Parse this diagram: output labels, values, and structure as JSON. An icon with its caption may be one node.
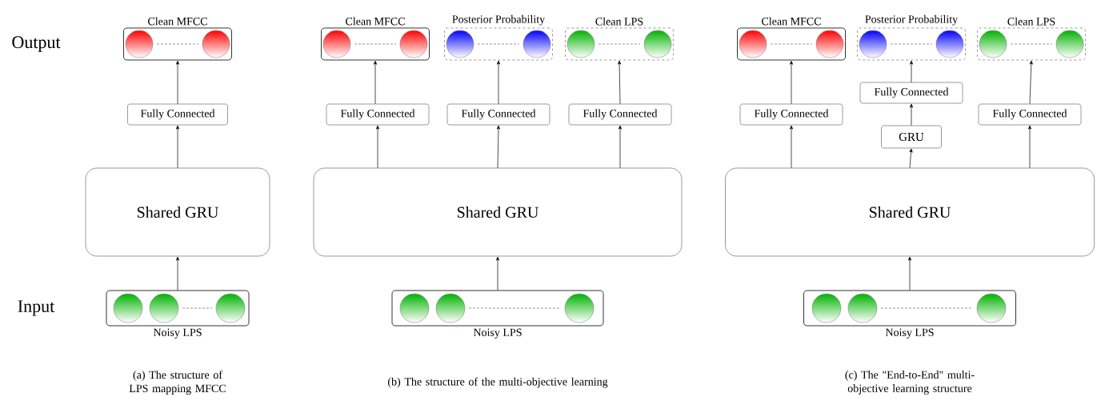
{
  "diagram": {
    "nodes": [
      {
        "text": [
          "Clean MFCC"
        ]
      },
      {
        "text": [
          "Fully Connected"
        ]
      },
      {
        "text": [
          "Shared GRU"
        ]
      },
      {
        "text": [
          "Noisy LPS"
        ]
      },
      {
        "text": [
          "Clean MFCC"
        ]
      },
      {
        "text": [
          "Posterior Probability"
        ]
      },
      {
        "text": [
          "Clean LPS"
        ]
      },
      {
        "text": [
          "Fully Connected"
        ]
      },
      {
        "text": [
          "Fully Connected"
        ]
      },
      {
        "text": [
          "Fully Connected"
        ]
      },
      {
        "text": [
          "Shared GRU"
        ]
      },
      {
        "text": [
          "Noisy LPS"
        ]
      },
      {
        "text": [
          "Clean MFCC"
        ]
      },
      {
        "text": [
          "Posterior Probability"
        ]
      },
      {
        "text": [
          "Clean LPS"
        ]
      },
      {
        "text": [
          "Fully Connected"
        ]
      },
      {
        "text": [
          "Fully Connected"
        ]
      },
      {
        "text": [
          "Fully Connected"
        ]
      },
      {
        "text": [
          "GRU"
        ]
      },
      {
        "text": [
          "Shared GRU"
        ]
      },
      {
        "text": [
          "Noisy LPS"
        ]
      }
    ],
    "edges": [
      {
        "from": 3,
        "to": 2,
        "arrow": "to"
      },
      {
        "from": 2,
        "to": 1,
        "arrow": "to"
      },
      {
        "from": 1,
        "to": 0,
        "arrow": "to"
      },
      {
        "from": 11,
        "to": 10,
        "arrow": "to"
      },
      {
        "from": 10,
        "to": 7,
        "arrow": "to"
      },
      {
        "from": 10,
        "to": 8,
        "arrow": "to"
      },
      {
        "from": 10,
        "to": 9,
        "arrow": "to"
      },
      {
        "from": 7,
        "to": 4,
        "arrow": "to"
      },
      {
        "from": 8,
        "to": 5,
        "arrow": "to"
      },
      {
        "from": 9,
        "to": 6,
        "arrow": "to"
      },
      {
        "from": 20,
        "to": 19,
        "arrow": "to"
      },
      {
        "from": 19,
        "to": 15,
        "arrow": "to"
      },
      {
        "from": 19,
        "to": 18,
        "arrow": "to"
      },
      {
        "from": 19,
        "to": 17,
        "arrow": "to"
      },
      {
        "from": 18,
        "to": 16,
        "arrow": "to"
      },
      {
        "from": 15,
        "to": 12,
        "arrow": "to"
      },
      {
        "from": 16,
        "to": 13,
        "arrow": "to"
      },
      {
        "from": 17,
        "to": 14,
        "arrow": "to"
      }
    ],
    "labels": [
      "Output",
      "Input",
      "(a) The structure of LPS mapping MFCC",
      "(b) The structure of the multi-objective learning",
      "(c) The \"End-to-End\" multi-objective learning structure"
    ]
  }
}
